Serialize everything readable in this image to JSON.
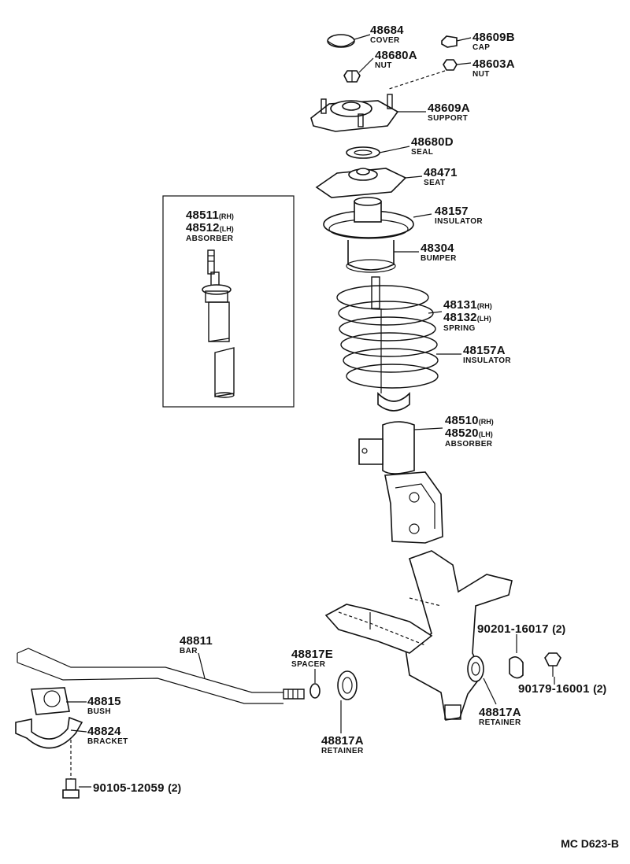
{
  "diagram_code": "MC D623-B",
  "parts": {
    "cover": {
      "number": "48684",
      "name": "COVER"
    },
    "cap": {
      "number": "48609B",
      "name": "CAP"
    },
    "nut_a": {
      "number": "48680A",
      "name": "NUT"
    },
    "nut_b": {
      "number": "48603A",
      "name": "NUT"
    },
    "support": {
      "number": "48609A",
      "name": "SUPPORT"
    },
    "seal": {
      "number": "48680D",
      "name": "SEAL"
    },
    "seat": {
      "number": "48471",
      "name": "SEAT"
    },
    "insulator_up": {
      "number": "48157",
      "name": "INSULATOR"
    },
    "bumper": {
      "number": "48304",
      "name": "BUMPER"
    },
    "spring": {
      "number_rh": "48131",
      "side_rh": "(RH)",
      "number_lh": "48132",
      "side_lh": "(LH)",
      "name": "SPRING"
    },
    "insulator_lo": {
      "number": "48157A",
      "name": "INSULATOR"
    },
    "absorber_strut": {
      "number_rh": "48510",
      "side_rh": "(RH)",
      "number_lh": "48520",
      "side_lh": "(LH)",
      "name": "ABSORBER"
    },
    "absorber_cart": {
      "number_rh": "48511",
      "side_rh": "(RH)",
      "number_lh": "48512",
      "side_lh": "(LH)",
      "name": "ABSORBER"
    },
    "bolt_90201": {
      "number": "90201-16017",
      "qty": "(2)"
    },
    "nut_90179": {
      "number": "90179-16001",
      "qty": "(2)"
    },
    "retainer_r": {
      "number": "48817A",
      "name": "RETAINER"
    },
    "retainer_c": {
      "number": "48817A",
      "name": "RETAINER"
    },
    "spacer": {
      "number": "48817E",
      "name": "SPACER"
    },
    "bar": {
      "number": "48811",
      "name": "BAR"
    },
    "bush": {
      "number": "48815",
      "name": "BUSH"
    },
    "bracket": {
      "number": "48824",
      "name": "BRACKET"
    },
    "bolt_90105": {
      "number": "90105-12059",
      "qty": "(2)"
    }
  }
}
